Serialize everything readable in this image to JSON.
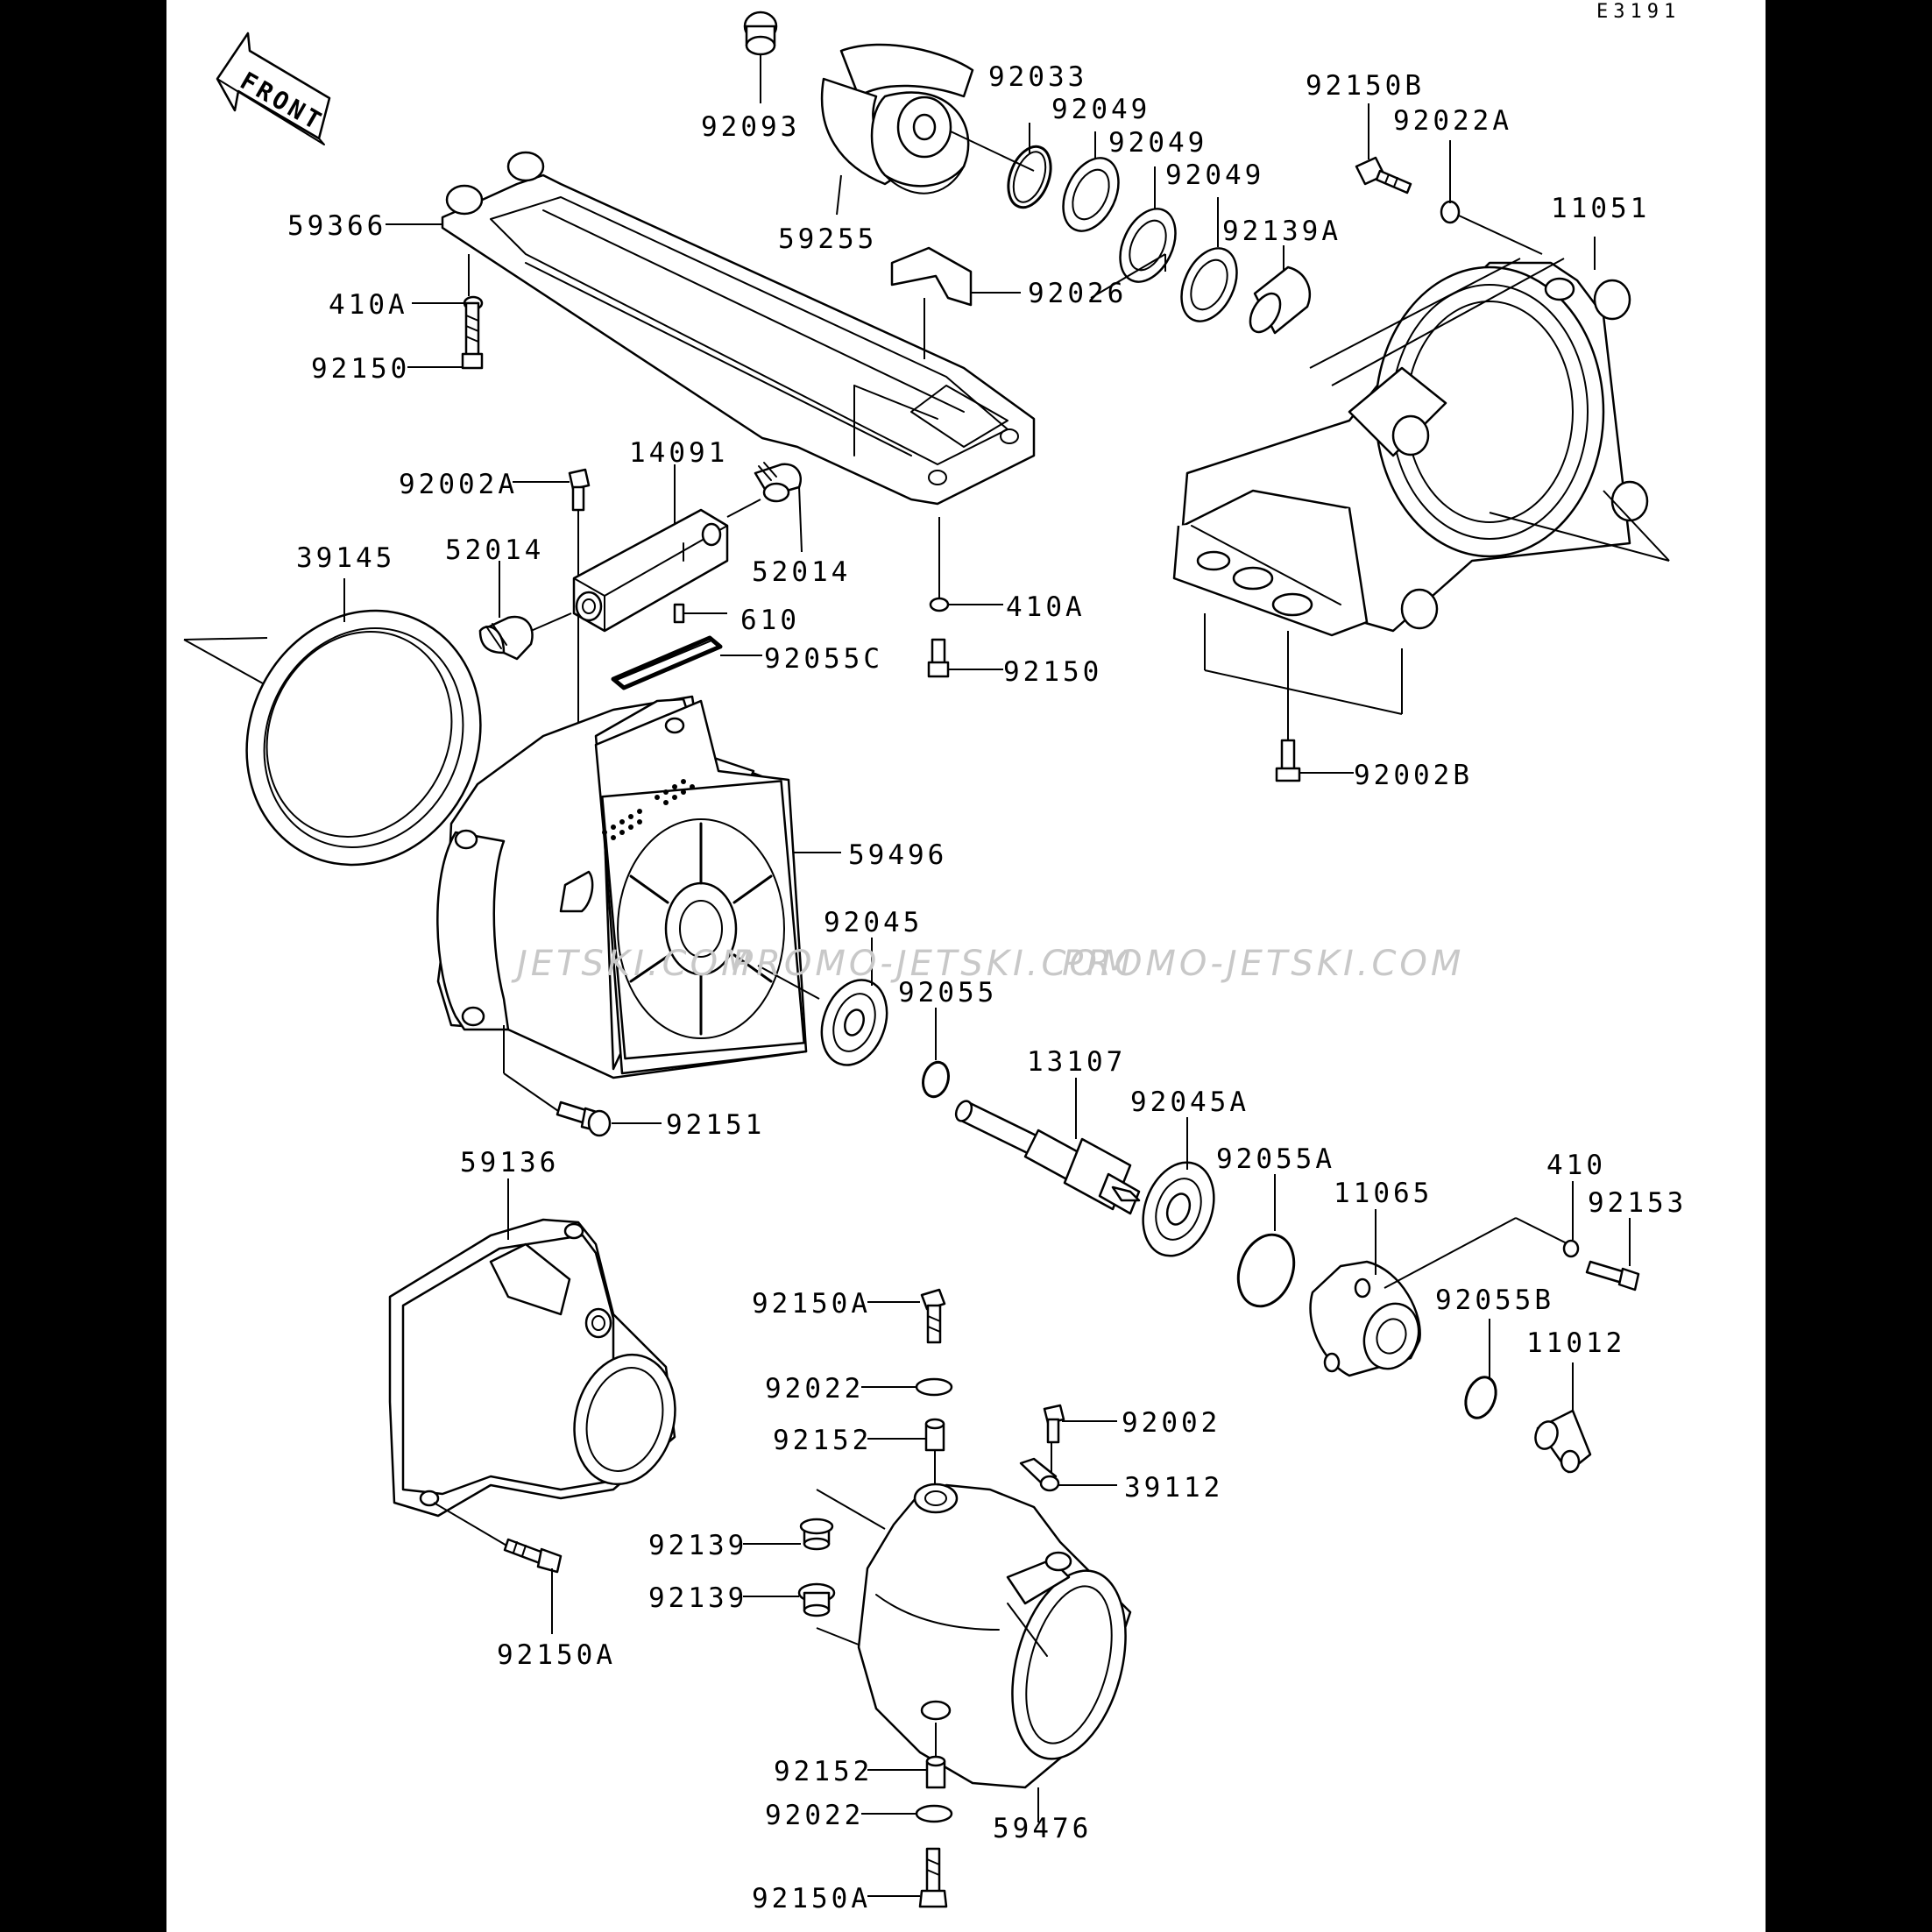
{
  "diagram_code": "E3191",
  "front_label": "FRONT",
  "watermark": {
    "left": "JETSKI.COM",
    "mid": "PROMO-JETSKI.COM",
    "right": "PROMO-JETSKI.COM"
  },
  "parts": [
    {
      "id": "p92093",
      "label": "92093"
    },
    {
      "id": "p92033",
      "label": "92033"
    },
    {
      "id": "p92049a",
      "label": "92049"
    },
    {
      "id": "p92049b",
      "label": "92049"
    },
    {
      "id": "p92049c",
      "label": "92049"
    },
    {
      "id": "p92139A",
      "label": "92139A"
    },
    {
      "id": "p92150B",
      "label": "92150B"
    },
    {
      "id": "p92022A",
      "label": "92022A"
    },
    {
      "id": "p11051",
      "label": "11051"
    },
    {
      "id": "p59255",
      "label": "59255"
    },
    {
      "id": "p59366",
      "label": "59366"
    },
    {
      "id": "p92026",
      "label": "92026"
    },
    {
      "id": "p410Aa",
      "label": "410A"
    },
    {
      "id": "p92150a",
      "label": "92150"
    },
    {
      "id": "p92002A",
      "label": "92002A"
    },
    {
      "id": "p14091",
      "label": "14091"
    },
    {
      "id": "p39145",
      "label": "39145"
    },
    {
      "id": "p52014a",
      "label": "52014"
    },
    {
      "id": "p52014b",
      "label": "52014"
    },
    {
      "id": "p610",
      "label": "610"
    },
    {
      "id": "p410Ab",
      "label": "410A"
    },
    {
      "id": "p92055C",
      "label": "92055C"
    },
    {
      "id": "p92150b",
      "label": "92150"
    },
    {
      "id": "p92002B",
      "label": "92002B"
    },
    {
      "id": "p59496",
      "label": "59496"
    },
    {
      "id": "p92045",
      "label": "92045"
    },
    {
      "id": "p92055",
      "label": "92055"
    },
    {
      "id": "p13107",
      "label": "13107"
    },
    {
      "id": "p92045A",
      "label": "92045A"
    },
    {
      "id": "p92151",
      "label": "92151"
    },
    {
      "id": "p59136",
      "label": "59136"
    },
    {
      "id": "p92055A",
      "label": "92055A"
    },
    {
      "id": "p11065",
      "label": "11065"
    },
    {
      "id": "p410",
      "label": "410"
    },
    {
      "id": "p92153",
      "label": "92153"
    },
    {
      "id": "p92150Aa",
      "label": "92150A"
    },
    {
      "id": "p92055B",
      "label": "92055B"
    },
    {
      "id": "p11012",
      "label": "11012"
    },
    {
      "id": "p92022a",
      "label": "92022"
    },
    {
      "id": "p92002",
      "label": "92002"
    },
    {
      "id": "p92152a",
      "label": "92152"
    },
    {
      "id": "p39112",
      "label": "39112"
    },
    {
      "id": "p92139a",
      "label": "92139"
    },
    {
      "id": "p92139b",
      "label": "92139"
    },
    {
      "id": "p92150Ab",
      "label": "92150A"
    },
    {
      "id": "p92152b",
      "label": "92152"
    },
    {
      "id": "p59476",
      "label": "59476"
    },
    {
      "id": "p92022b",
      "label": "92022"
    },
    {
      "id": "p92150Ac",
      "label": "92150A"
    }
  ]
}
